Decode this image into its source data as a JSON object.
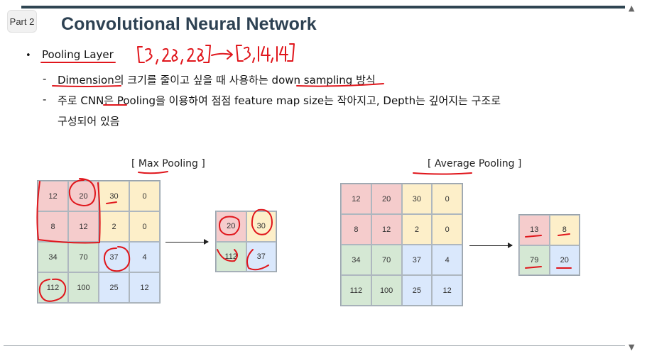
{
  "slide": {
    "part_label": "Part 2",
    "title": "Convolutional Neural Network",
    "bullet": "Pooling Layer",
    "sub1_a": "Dimension",
    "sub1_b": "의 크기를 줄이고 싶을 때 사용하는 ",
    "sub1_c": "down sampling",
    "sub1_d": " 방식",
    "sub2_line1": "주로 CNN은 Pooling을 이용하여 점점 feature map size는 작아지고, Depth는 깊어지는 구조로",
    "sub2_line2": "구성되어 있음",
    "dash": "-"
  },
  "annotation": {
    "shape_note": "[3, 28, 28] → [3, 14, 14]",
    "ink_color": "#e0161c"
  },
  "max_pooling": {
    "caption": "[ Max Pooling ]",
    "input": [
      [
        "12",
        "20",
        "30",
        "0"
      ],
      [
        "8",
        "12",
        "2",
        "0"
      ],
      [
        "34",
        "70",
        "37",
        "4"
      ],
      [
        "112",
        "100",
        "25",
        "12"
      ]
    ],
    "output": [
      [
        "20",
        "30"
      ],
      [
        "112",
        "37"
      ]
    ]
  },
  "average_pooling": {
    "caption": "[ Average Pooling ]",
    "input": [
      [
        "12",
        "20",
        "30",
        "0"
      ],
      [
        "8",
        "12",
        "2",
        "0"
      ],
      [
        "34",
        "70",
        "37",
        "4"
      ],
      [
        "112",
        "100",
        "25",
        "12"
      ]
    ],
    "output": [
      [
        "13",
        "8"
      ],
      [
        "79",
        "20"
      ]
    ]
  },
  "colors": {
    "title": "#2d4152",
    "red_quadrant": "#f5cccc",
    "yellow_quadrant": "#fdefc9",
    "green_quadrant": "#d5e8d4",
    "blue_quadrant": "#dae8fc"
  }
}
